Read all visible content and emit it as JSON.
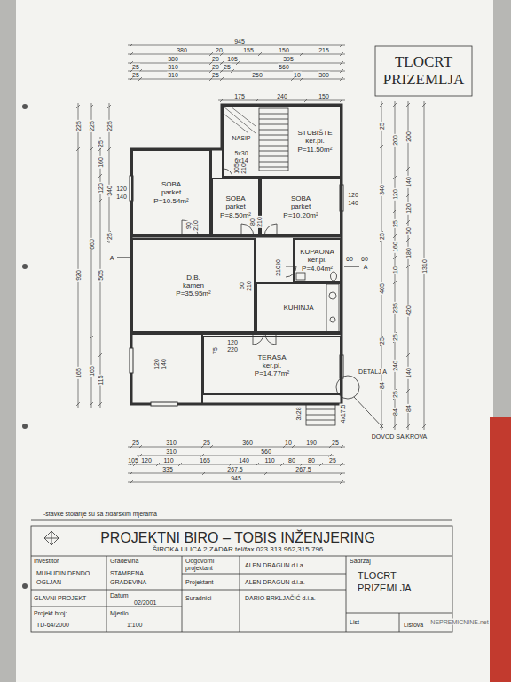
{
  "diagram": {
    "title": "TLOCRT PRIZEMLJA",
    "nodes": [
      {
        "text": [
          "STUBIŠTE",
          "ker.pl.",
          "P=11.50m²"
        ]
      },
      {
        "text": [
          "SOBA",
          "parket",
          "P=10.54m²"
        ]
      },
      {
        "text": [
          "SOBA",
          "parket",
          "P=8.50m²"
        ]
      },
      {
        "text": [
          "SOBA",
          "parket",
          "P=10.20m²"
        ]
      },
      {
        "text": [
          "KUPAONA",
          "ker.pl.",
          "P=4.04m²"
        ]
      },
      {
        "text": [
          "D.B.",
          "kamen",
          "P=35.95m²"
        ]
      },
      {
        "text": [
          "KUHINJA"
        ]
      },
      {
        "text": [
          "TERASA",
          "ker.pl.",
          "P=14.77m²"
        ]
      }
    ],
    "labels": [
      "945",
      "380",
      "20",
      "155",
      "150",
      "215",
      "380",
      "20",
      "105",
      "395",
      "25",
      "310",
      "20",
      "25",
      "560",
      "25",
      "310",
      "25",
      "250",
      "10",
      "300",
      "175",
      "240",
      "150",
      "225",
      "920",
      "165",
      "225",
      "660",
      "165",
      "25",
      "160",
      "120",
      "505",
      "115",
      "225",
      "340",
      "25",
      "25",
      "340",
      "25",
      "405",
      "25",
      "84",
      "200",
      "120",
      "25",
      "160",
      "10",
      "235",
      "25",
      "240",
      "25",
      "84",
      "200",
      "140",
      "120",
      "60",
      "180",
      "420",
      "140",
      "84",
      "1310",
      "120",
      "140",
      "120",
      "140",
      "90",
      "210",
      "80",
      "210",
      "105",
      "210",
      "80",
      "210",
      "60",
      "60",
      "60",
      "210",
      "120",
      "220",
      "75",
      "120",
      "140",
      "3x28",
      "4x17.5",
      "NASIP",
      "5x30",
      "6x14",
      "A",
      "A",
      "DETALJ A",
      "DOVOD SA KROVA",
      "25",
      "310",
      "25",
      "360",
      "10",
      "190",
      "25",
      "310",
      "560",
      "105",
      "120",
      "110",
      "165",
      "140",
      "110",
      "80",
      "80",
      "25",
      "335",
      "267.5",
      "267.5",
      "945",
      "-stavke stolarije su sa zidarskim mjerama",
      "PROJEKTNI BIRO – TOBIS INŽENJERING",
      "ŠIROKA ULICA 2,ZADAR  tel/fax 023 313 962,315 796",
      "Investitor",
      "MUHUDIN DENDO",
      "OGLJAN",
      "GLAVNI PROJEKT",
      "Projekt broj:",
      "TD-64/2000",
      "Građevina",
      "STAMBENA",
      "GRADEVINA",
      "Datum",
      "02/2001",
      "Mjerilo",
      "1:100",
      "Odgovorni",
      "projektant",
      "ALEN DRAGUN d.i.a.",
      "Projektant",
      "ALEN DRAGUN d.i.a.",
      "Suradnici",
      "DARIO BRKLJAČIĆ d.i.a.",
      "Sadržaj",
      "TLOCRT",
      "PRIZEMLJA",
      "List",
      "Listova",
      "NEPREMICNINE.net"
    ]
  }
}
